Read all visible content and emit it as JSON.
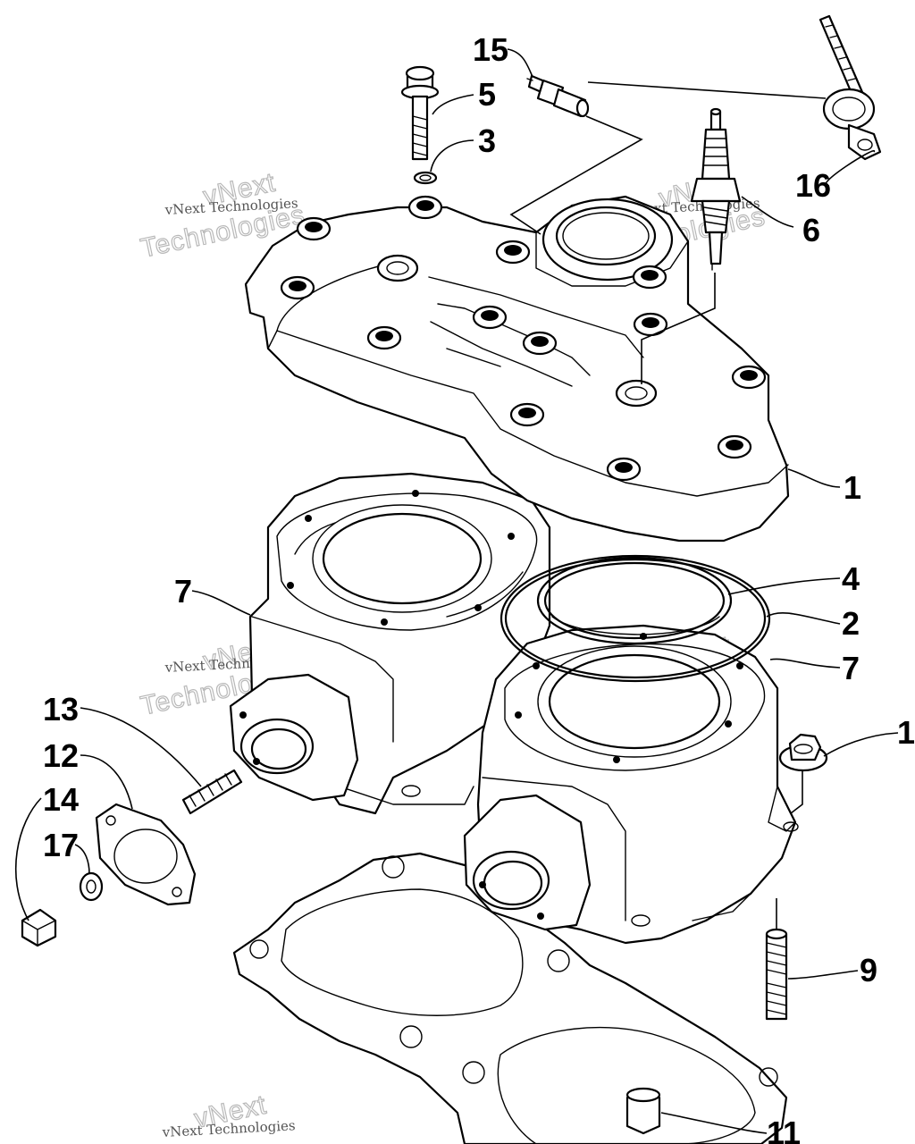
{
  "callouts": [
    {
      "id": "c15",
      "label": "15"
    },
    {
      "id": "c5",
      "label": "5"
    },
    {
      "id": "c3",
      "label": "3"
    },
    {
      "id": "c16",
      "label": "16"
    },
    {
      "id": "c6",
      "label": "6"
    },
    {
      "id": "c1a",
      "label": "1"
    },
    {
      "id": "c4",
      "label": "4"
    },
    {
      "id": "c2",
      "label": "2"
    },
    {
      "id": "c7a",
      "label": "7"
    },
    {
      "id": "c7b",
      "label": "7"
    },
    {
      "id": "c1b",
      "label": "1"
    },
    {
      "id": "c13",
      "label": "13"
    },
    {
      "id": "c12",
      "label": "12"
    },
    {
      "id": "c14",
      "label": "14"
    },
    {
      "id": "c17",
      "label": "17"
    },
    {
      "id": "c9",
      "label": "9"
    },
    {
      "id": "c11",
      "label": "11"
    }
  ],
  "watermark": {
    "line1": "vNext",
    "line2": "vNext Technologies",
    "line3": "Technologies"
  }
}
